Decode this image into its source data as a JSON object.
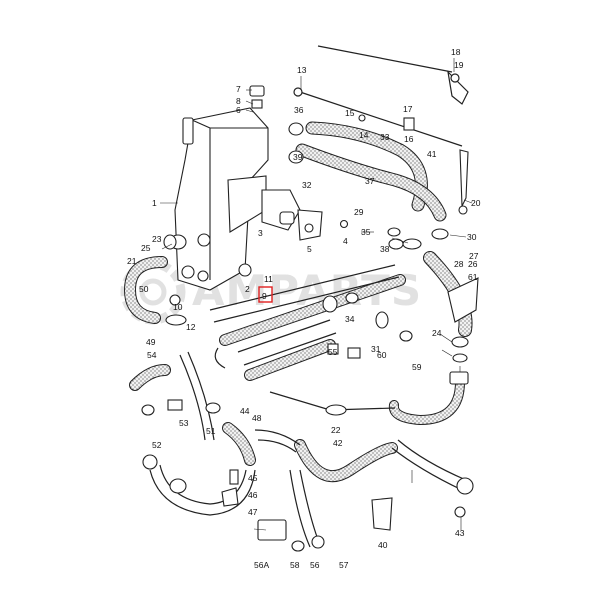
{
  "watermark": {
    "text": "AMPARTS",
    "color": "#c9c9c9"
  },
  "highlight": {
    "callout": "9",
    "color": "#e02020"
  },
  "callouts": [
    "1",
    "2",
    "3",
    "4",
    "5",
    "6",
    "7",
    "8",
    "9",
    "10",
    "11",
    "12",
    "13",
    "14",
    "15",
    "16",
    "17",
    "18",
    "19",
    "20",
    "21",
    "22",
    "23",
    "24",
    "25",
    "26",
    "27",
    "28",
    "29",
    "30",
    "31",
    "32",
    "33",
    "34",
    "35",
    "36",
    "37",
    "38",
    "39",
    "40",
    "41",
    "42",
    "43",
    "44",
    "45",
    "46",
    "47",
    "48",
    "49",
    "50",
    "51",
    "52",
    "53",
    "54",
    "55",
    "56",
    "56A",
    "57",
    "58",
    "59",
    "60",
    "61"
  ],
  "colors": {
    "line": "#222222",
    "hose_fill": "#e8e8e8"
  }
}
